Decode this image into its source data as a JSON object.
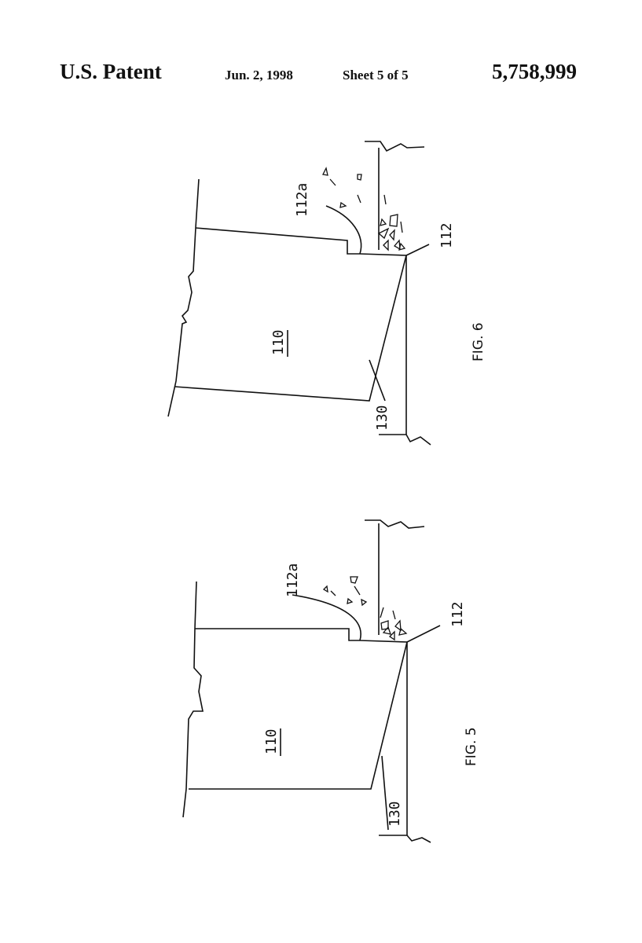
{
  "header": {
    "left_title": "U.S. Patent",
    "date": "Jun. 2, 1998",
    "sheet": "Sheet 5 of 5",
    "patent_number": "5,758,999"
  },
  "figures": [
    {
      "caption": "FIG. 6",
      "refs": {
        "body": "110",
        "chip": "112a",
        "edge": "112",
        "flank": "130"
      }
    },
    {
      "caption": "FIG. 5",
      "refs": {
        "body": "110",
        "chip": "112a",
        "edge": "112",
        "flank": "130"
      }
    }
  ]
}
